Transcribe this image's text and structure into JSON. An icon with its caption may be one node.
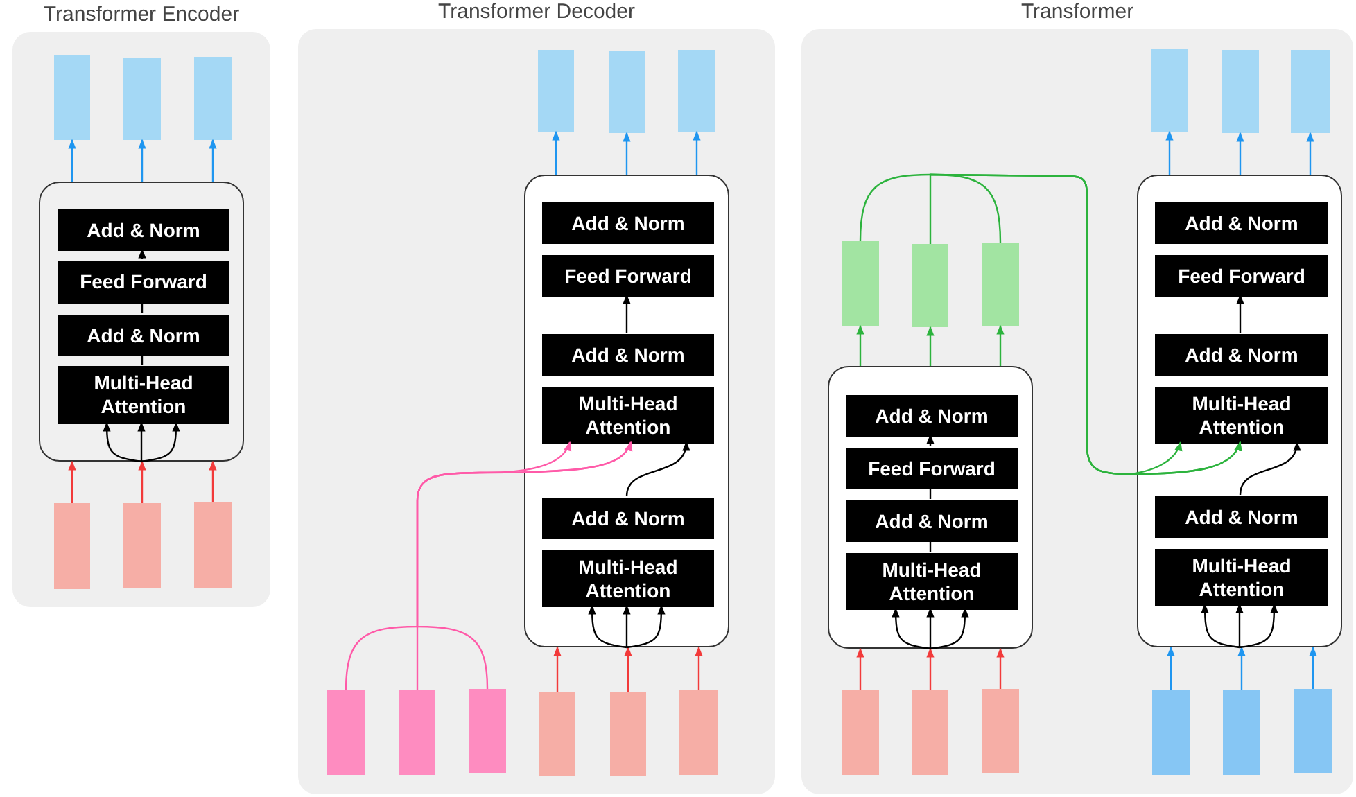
{
  "diagram": {
    "nodes": [
      {
        "text": [
          "Transformer Encoder"
        ]
      },
      {
        "text": [],
        "shape": "bar",
        "in": 0
      },
      {
        "text": [],
        "shape": "bar",
        "in": 0
      },
      {
        "text": [],
        "shape": "bar",
        "in": 0
      },
      {
        "text": [],
        "shape": "box",
        "in": 0
      },
      {
        "text": [
          "Add & Norm"
        ],
        "in": 4
      },
      {
        "text": [
          "Feed Forward"
        ],
        "in": 4
      },
      {
        "text": [
          "Add & Norm"
        ],
        "in": 4
      },
      {
        "text": [
          "Multi-Head Attention"
        ],
        "in": 4
      },
      {
        "text": [],
        "shape": "bar",
        "in": 0
      },
      {
        "text": [],
        "shape": "bar",
        "in": 0
      },
      {
        "text": [],
        "shape": "bar",
        "in": 0
      },
      {
        "text": [
          "Transformer Decoder"
        ]
      },
      {
        "text": [],
        "shape": "bar",
        "in": 12
      },
      {
        "text": [],
        "shape": "bar",
        "in": 12
      },
      {
        "text": [],
        "shape": "bar",
        "in": 12
      },
      {
        "text": [],
        "shape": "box",
        "in": 12
      },
      {
        "text": [
          "Add & Norm"
        ],
        "in": 16
      },
      {
        "text": [
          "Feed Forward"
        ],
        "in": 16
      },
      {
        "text": [
          "Add & Norm"
        ],
        "in": 16
      },
      {
        "text": [
          "Multi-Head Attention"
        ],
        "in": 16
      },
      {
        "text": [
          "Add & Norm"
        ],
        "in": 16
      },
      {
        "text": [
          "Multi-Head Attention"
        ],
        "in": 16
      },
      {
        "text": [],
        "shape": "bar",
        "in": 12
      },
      {
        "text": [],
        "shape": "bar",
        "in": 12
      },
      {
        "text": [],
        "shape": "bar",
        "in": 12
      },
      {
        "text": [],
        "shape": "bar",
        "in": 12
      },
      {
        "text": [],
        "shape": "bar",
        "in": 12
      },
      {
        "text": [],
        "shape": "bar",
        "in": 12
      },
      {
        "text": [
          "Transformer"
        ]
      },
      {
        "text": [],
        "shape": "bar",
        "in": 29
      },
      {
        "text": [],
        "shape": "bar",
        "in": 29
      },
      {
        "text": [],
        "shape": "bar",
        "in": 29
      },
      {
        "text": [],
        "shape": "box",
        "in": 29
      },
      {
        "text": [
          "Add & Norm"
        ],
        "in": 33
      },
      {
        "text": [
          "Feed Forward"
        ],
        "in": 33
      },
      {
        "text": [
          "Add & Norm"
        ],
        "in": 33
      },
      {
        "text": [
          "Multi-Head Attention"
        ],
        "in": 33
      },
      {
        "text": [],
        "shape": "bar",
        "in": 29
      },
      {
        "text": [],
        "shape": "bar",
        "in": 29
      },
      {
        "text": [],
        "shape": "bar",
        "in": 29
      },
      {
        "text": [],
        "shape": "bar",
        "in": 29
      },
      {
        "text": [],
        "shape": "bar",
        "in": 29
      },
      {
        "text": [],
        "shape": "bar",
        "in": 29
      },
      {
        "text": [],
        "shape": "box",
        "in": 29
      },
      {
        "text": [
          "Add & Norm"
        ],
        "in": 44
      },
      {
        "text": [
          "Feed Forward"
        ],
        "in": 44
      },
      {
        "text": [
          "Add & Norm"
        ],
        "in": 44
      },
      {
        "text": [
          "Multi-Head Attention"
        ],
        "in": 44
      },
      {
        "text": [
          "Add & Norm"
        ],
        "in": 44
      },
      {
        "text": [
          "Multi-Head Attention"
        ],
        "in": 44
      },
      {
        "text": [],
        "shape": "bar",
        "in": 29
      },
      {
        "text": [],
        "shape": "bar",
        "in": 29
      },
      {
        "text": [],
        "shape": "bar",
        "in": 29
      }
    ],
    "edges": [
      {
        "from": 4,
        "to": 1,
        "arrow": "to",
        "color": "#1f96f0"
      },
      {
        "from": 4,
        "to": 2,
        "arrow": "to",
        "color": "#1f96f0"
      },
      {
        "from": 4,
        "to": 3,
        "arrow": "to",
        "color": "#1f96f0"
      },
      {
        "from": 9,
        "to": 4,
        "arrow": "to",
        "color": "#f23a3a"
      },
      {
        "from": 10,
        "to": 4,
        "arrow": "to",
        "color": "#f23a3a"
      },
      {
        "from": 11,
        "to": 4,
        "arrow": "to",
        "color": "#f23a3a"
      },
      {
        "from": 8,
        "to": 7,
        "arrow": "none"
      },
      {
        "from": 7,
        "to": 6,
        "arrow": "none"
      },
      {
        "from": 6,
        "to": 5,
        "arrow": "to"
      },
      {
        "from": null,
        "to": 8,
        "arrow": "to"
      },
      {
        "from": null,
        "to": 8,
        "arrow": "to"
      },
      {
        "from": null,
        "to": 8,
        "arrow": "to"
      },
      {
        "from": 16,
        "to": 13,
        "arrow": "to",
        "color": "#1f96f0"
      },
      {
        "from": 16,
        "to": 14,
        "arrow": "to",
        "color": "#1f96f0"
      },
      {
        "from": 16,
        "to": 15,
        "arrow": "to",
        "color": "#1f96f0"
      },
      {
        "from": 26,
        "to": 16,
        "arrow": "to",
        "color": "#f23a3a"
      },
      {
        "from": 27,
        "to": 16,
        "arrow": "to",
        "color": "#f23a3a"
      },
      {
        "from": 28,
        "to": 16,
        "arrow": "to",
        "color": "#f23a3a"
      },
      {
        "from": 23,
        "to": 20,
        "arrow": "to",
        "color": "#ff5aa8"
      },
      {
        "from": 24,
        "to": 20,
        "arrow": "to",
        "color": "#ff5aa8"
      },
      {
        "from": 25,
        "to": 20,
        "arrow": "to",
        "color": "#ff5aa8"
      },
      {
        "from": 21,
        "to": 20,
        "arrow": "to"
      },
      {
        "from": 19,
        "to": 18,
        "arrow": "to"
      },
      {
        "from": null,
        "to": 22,
        "arrow": "to"
      },
      {
        "from": null,
        "to": 22,
        "arrow": "to"
      },
      {
        "from": null,
        "to": 22,
        "arrow": "to"
      },
      {
        "from": 33,
        "to": 30,
        "arrow": "to",
        "color": "#2cb33d"
      },
      {
        "from": 33,
        "to": 31,
        "arrow": "to",
        "color": "#2cb33d"
      },
      {
        "from": 33,
        "to": 32,
        "arrow": "to",
        "color": "#2cb33d"
      },
      {
        "from": 38,
        "to": 33,
        "arrow": "to",
        "color": "#f23a3a"
      },
      {
        "from": 39,
        "to": 33,
        "arrow": "to",
        "color": "#f23a3a"
      },
      {
        "from": 40,
        "to": 33,
        "arrow": "to",
        "color": "#f23a3a"
      },
      {
        "from": 37,
        "to": 36,
        "arrow": "none"
      },
      {
        "from": 36,
        "to": 35,
        "arrow": "none"
      },
      {
        "from": 35,
        "to": 34,
        "arrow": "to"
      },
      {
        "from": null,
        "to": 37,
        "arrow": "to"
      },
      {
        "from": null,
        "to": 37,
        "arrow": "to"
      },
      {
        "from": null,
        "to": 37,
        "arrow": "to"
      },
      {
        "from": 30,
        "to": 48,
        "arrow": "to",
        "color": "#2cb33d"
      },
      {
        "from": 31,
        "to": 48,
        "arrow": "to",
        "color": "#2cb33d"
      },
      {
        "from": 32,
        "to": 48,
        "arrow": "to",
        "color": "#2cb33d"
      },
      {
        "from": 44,
        "to": 41,
        "arrow": "to",
        "color": "#1f96f0"
      },
      {
        "from": 44,
        "to": 42,
        "arrow": "to",
        "color": "#1f96f0"
      },
      {
        "from": 44,
        "to": 43,
        "arrow": "to",
        "color": "#1f96f0"
      },
      {
        "from": 51,
        "to": 44,
        "arrow": "to",
        "color": "#1f96f0"
      },
      {
        "from": 52,
        "to": 44,
        "arrow": "to",
        "color": "#1f96f0"
      },
      {
        "from": 53,
        "to": 44,
        "arrow": "to",
        "color": "#1f96f0"
      },
      {
        "from": 49,
        "to": 48,
        "arrow": "to"
      },
      {
        "from": 47,
        "to": 46,
        "arrow": "to"
      },
      {
        "from": null,
        "to": 50,
        "arrow": "to"
      },
      {
        "from": null,
        "to": 50,
        "arrow": "to"
      },
      {
        "from": null,
        "to": 50,
        "arrow": "to"
      }
    ]
  }
}
